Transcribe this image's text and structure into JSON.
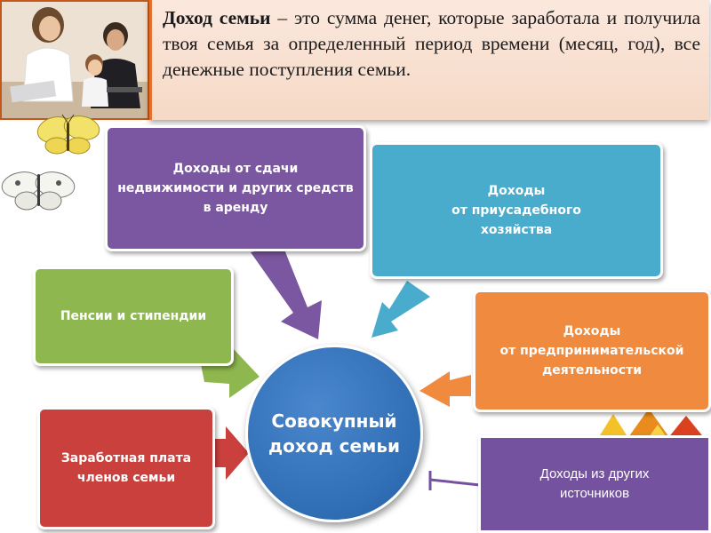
{
  "header": {
    "term": "Доход семьи",
    "definition": " – это сумма денег, которые заработала и получила твоя семья за определенный период времени (месяц, год), все денежные поступления семьи."
  },
  "center": {
    "line1": "Совокупный",
    "line2": "доход семьи"
  },
  "boxes": {
    "rent": {
      "line1": "Доходы от сдачи",
      "line2": "недвижимости и других средств в аренду",
      "color": "#7a57a0"
    },
    "farm": {
      "line1": "Доходы",
      "line2": "от приусадебного",
      "line3": "хозяйства",
      "color": "#4aaccc"
    },
    "pension": {
      "label": "Пенсии и стипендии",
      "color": "#8fb74f"
    },
    "business": {
      "line1": "Доходы",
      "line2": "от предпринимательской",
      "line3": "деятельности",
      "color": "#f08a3e"
    },
    "salary": {
      "line1": "Заработная плата",
      "line2": "членов семьи",
      "color": "#c9403d"
    },
    "other": {
      "line1": "Доходы из других",
      "line2": "источников",
      "color": "#7452a0"
    }
  },
  "icons": {
    "photo": "family-photo",
    "butterfly1": "yellow-butterfly-icon",
    "butterfly2": "white-butterfly-icon",
    "leaves": "autumn-leaves-icon"
  }
}
